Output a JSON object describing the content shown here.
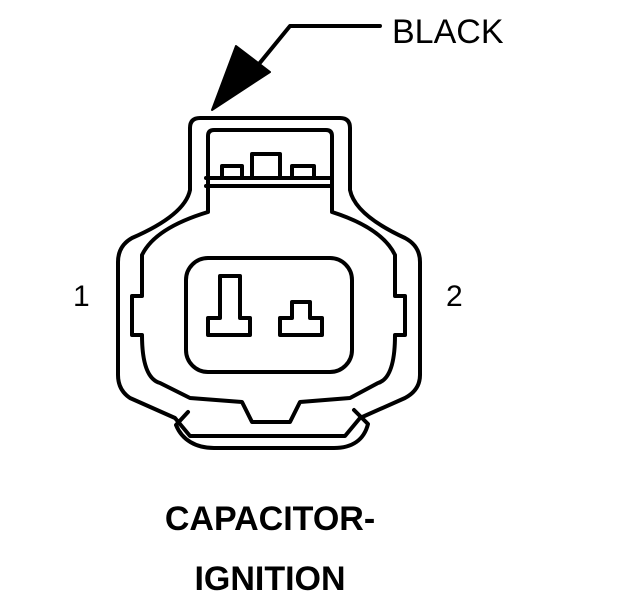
{
  "callout": {
    "color_label": "BLACK"
  },
  "pins": {
    "left": "1",
    "right": "2"
  },
  "component": {
    "title_line_1": "CAPACITOR-",
    "title_line_2": "IGNITION"
  },
  "colors": {
    "ink": "#000000",
    "background": "#ffffff"
  }
}
